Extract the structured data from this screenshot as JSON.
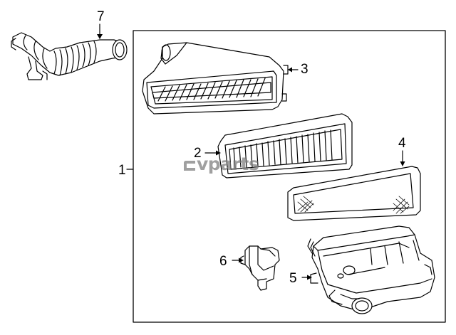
{
  "callouts": {
    "part_1": "1",
    "part_2": "2",
    "part_3": "3",
    "part_4": "4",
    "part_5": "5",
    "part_6": "6",
    "part_7": "7"
  },
  "watermark": {
    "text": "vparts"
  },
  "colors": {
    "line": "#000000",
    "background": "#ffffff",
    "watermark": "#7c7c7c"
  }
}
